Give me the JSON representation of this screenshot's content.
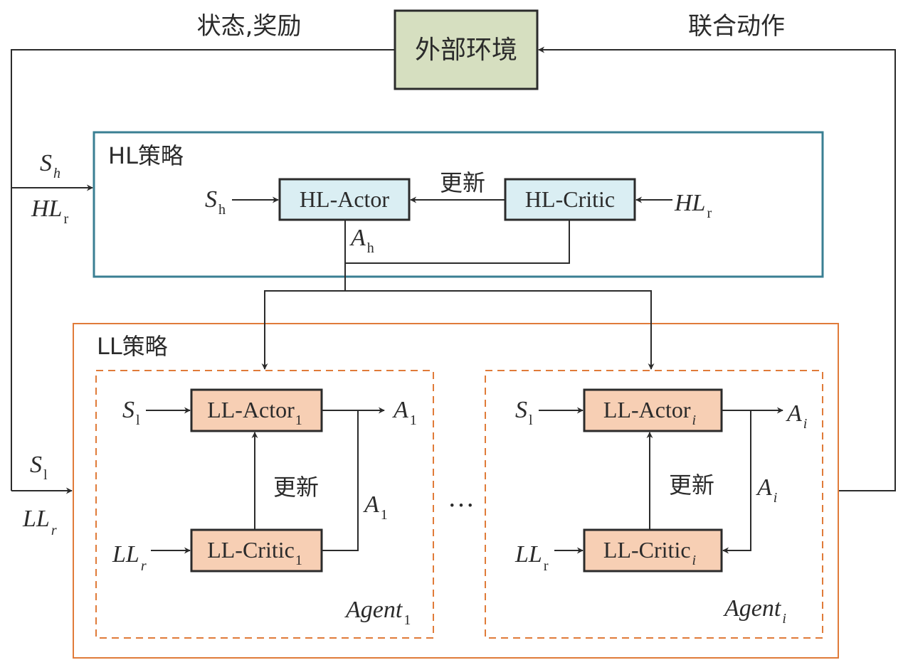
{
  "top": {
    "state_reward": "状态,奖励",
    "environment": "外部环境",
    "joint_action": "联合动作"
  },
  "hl": {
    "title": "HL策略",
    "actor": "HL-Actor",
    "critic": "HL-Critic",
    "update": "更新",
    "s_in": {
      "main": "S",
      "sub": "h"
    },
    "reward_in": {
      "main": "HL",
      "sub": "r"
    },
    "action_out": {
      "main": "A",
      "sub": "h"
    }
  },
  "left": {
    "hl_state": {
      "main": "S",
      "sub": "h"
    },
    "hl_reward": {
      "main": "HL",
      "sub": "r"
    },
    "ll_state": {
      "main": "S",
      "sub": "l"
    },
    "ll_reward": {
      "main": "LL",
      "sub": "r"
    }
  },
  "ll": {
    "title": "LL策略",
    "ellipsis": "…",
    "agent1": {
      "actor": {
        "main": "LL-Actor",
        "sub": "1"
      },
      "critic": {
        "main": "LL-Critic",
        "sub": "1"
      },
      "update": "更新",
      "s_in": {
        "main": "S",
        "sub": "l"
      },
      "reward_in": {
        "main": "LL",
        "sub": "r"
      },
      "action_out": {
        "main": "A",
        "sub": "1"
      },
      "action_feedback": {
        "main": "A",
        "sub": "1"
      },
      "name": {
        "main": "Agent",
        "sub": "1"
      }
    },
    "agenti": {
      "actor": {
        "main": "LL-Actor",
        "sub": "i"
      },
      "critic": {
        "main": "LL-Critic",
        "sub": "i"
      },
      "update": "更新",
      "s_in": {
        "main": "S",
        "sub": "l"
      },
      "reward_in": {
        "main": "LL",
        "sub": "r"
      },
      "action_out": {
        "main": "A",
        "sub": "i"
      },
      "action_feedback": {
        "main": "A",
        "sub": "i"
      },
      "name": {
        "main": "Agent",
        "sub": "i"
      }
    }
  },
  "colors": {
    "environment_fill": "#d6dfc0",
    "hl_border": "#3a7f93",
    "hl_node_fill": "#daeef3",
    "ll_border": "#e07b39",
    "ll_node_fill": "#f7cfb4",
    "line": "#2b2b2b"
  }
}
